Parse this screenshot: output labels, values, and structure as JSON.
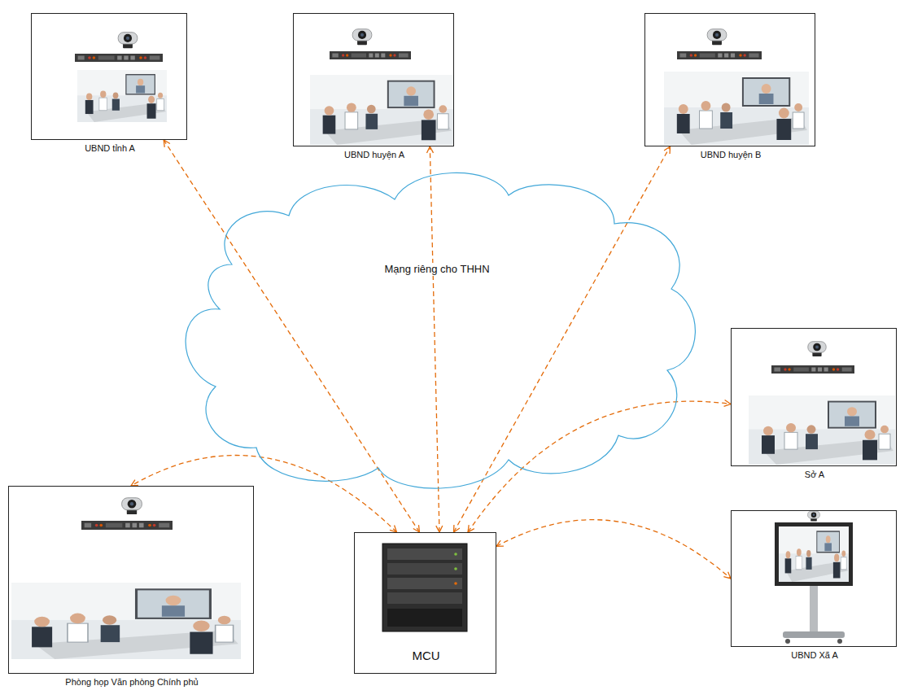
{
  "diagram": {
    "nodes": [
      {
        "text": [
          "UBND tỉnh A"
        ]
      },
      {
        "text": [
          "UBND huyện A"
        ]
      },
      {
        "text": [
          "UBND huyện B"
        ]
      },
      {
        "text": [
          "Mạng riêng cho THHN"
        ]
      },
      {
        "text": [
          "Sở A"
        ]
      },
      {
        "text": [
          "Phòng họp Văn phòng Chính phủ"
        ]
      },
      {
        "text": [
          "MCU"
        ]
      },
      {
        "text": [
          "UBND Xã A"
        ]
      }
    ],
    "edges": [
      {
        "from": 6,
        "to": 0,
        "arrow": "both"
      },
      {
        "from": 6,
        "to": 1,
        "arrow": "both"
      },
      {
        "from": 6,
        "to": 2,
        "arrow": "both"
      },
      {
        "from": 6,
        "to": 4,
        "arrow": "both"
      },
      {
        "from": 6,
        "to": 5,
        "arrow": "both"
      },
      {
        "from": 6,
        "to": 7,
        "arrow": "both"
      }
    ]
  }
}
